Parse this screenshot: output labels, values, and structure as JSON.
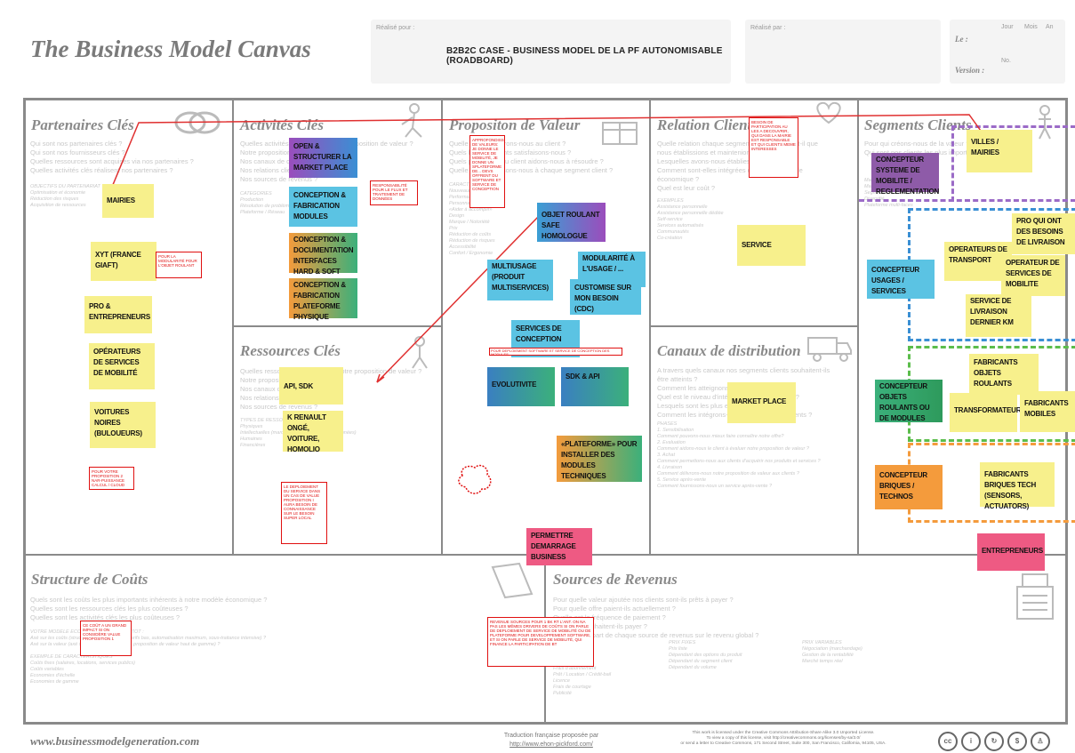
{
  "header": {
    "title": "The Business Model Canvas",
    "realise_pour_label": "Réalisé pour :",
    "realise_par_label": "Réalisé par :",
    "project_title": "B2B2C CASE - BUSINESS MODEL DE LA PF AUTONOMISABLE (ROADBOARD)",
    "le_label": "Le :",
    "version_label": "Version :",
    "jour": "Jour",
    "mois": "Mois",
    "an": "An",
    "no": "No."
  },
  "sections": {
    "partenaires": {
      "title": "Partenaires Clés",
      "faint": "Qui sont nos partenaires clés ?\nQui sont nos fournisseurs clés ?\nQuelles ressources sont acquises via nos partenaires ?\nQuelles activités clés réalisent nos partenaires ?",
      "faint_small": "OBJECTIFS DU PARTENARIAT\nOptimisation et économie\nRéduction des risques\nAcquisition de ressources"
    },
    "activites": {
      "title": "Activités Clés",
      "faint": "Quelles activités clés requiert notre proposition de valeur ?\nNotre proposition de valeur ?\nNos canaux de distribution ?\nNos relations clients ?\nNos sources de revenus ?",
      "faint_small": "CATEGORIES\nProduction\nRésolution de problèmes\nPlateforme / Réseau"
    },
    "proposition": {
      "title": "Propositon de Valeur",
      "faint": "Quelle valeur délivrons-nous au client ?\nQuels besoins clients satisfaisons-nous ?\nQuels problèmes du client aidons-nous à résoudre ?\nQuelle offre proposons-nous à chaque segment client ?",
      "faint_small": "CARACTERISTIQUES\nNouveauté\nPerformance\nPersonnalisation\n«Aider à accomplir»\nDesign\nMarque / Notoriété\nPrix\nRéduction de coûts\nRéduction de risques\nAccessibilité\nConfort / Ergonomie"
    },
    "relation": {
      "title": "Relation Client",
      "faint": "Quelle relation chaque segment client souhaite-t-il que\nnous établissions et maintenions avec lui ?\nLesquelles avons-nous établies ?\nComment sont-elles intégrées dans notre modèle\néconomique ?\nQuel est leur coût ?",
      "faint_small": "EXEMPLES\nAssistance personnelle\nAssistance personnelle dédiée\nSelf-service\nServices automatisés\nCommunautés\nCo-création"
    },
    "segments": {
      "title": "Segments Clients",
      "faint": "Pour qui créons-nous de la valeur ?\nQui sont nos clients les plus importants ?",
      "faint_small": "Marché de masse\nMarché de niche\nSegmenté\nDiversifié\nPlateforme multi-faces"
    },
    "ressources": {
      "title": "Ressources Clés",
      "faint": "Quelles ressources clés requiert notre proposition de valeur ?\nNotre proposition de valeur ?\nNos canaux de distribution ?\nNos relations clients ?\nNos sources de revenus ?",
      "faint_small": "TYPES DE RESSOURCES\nPhysiques\nIntellectuelles (marque, brevets, copyrights, données)\nHumaines\nFinancières"
    },
    "canaux": {
      "title": "Canaux de distribution",
      "faint": "A travers quels canaux nos segments clients souhaitent-ils\nêtre atteints ?\nComment les atteignons-nous actuellement ?\nQuel est le niveau d'intégration de nos canaux ?\nLesquels sont les plus efficaces ?\nComment les intégrons-nous aux habitudes clients ?",
      "faint_small": "PHASES\n1. Sensibilisation\n   Comment pouvons-nous mieux faire connaître notre offre?\n2. Evaluation\n   Comment aidons-nous le client à évaluer notre proposition de valeur ?\n3. Achat\n   Comment permettons-nous aux clients d'acquérir nos produits et services ?\n4. Livraison\n   Comment délivrons-nous notre proposition de valeur aux clients ?\n5. Service après-vente\n   Comment fournissons-nous un service après-vente ?"
    },
    "couts": {
      "title": "Structure de Coûts",
      "faint": "Quels sont les coûts les plus importants inhérents à notre modèle économique ?\nQuelles sont les ressources clés les plus coûteuses ?\nQuelles sont les activités clés les plus coûteuses ?",
      "faint_small": "VOTRE MODELE ECONOMIQUE EST-IL PLUTOT :\nAxé sur les coûts (structure de coûts allégée, tarifs bas, automatisation maximum, sous-traitance intensive) ?\nAxé sur la valeur (axé sur la création de valeur, proposition de valeur haut de gamme) ?\n\nEXEMPLE DE CARACTERISTIQUES\nCoûts fixes (salaires, locations, services publics)\nCoûts variables\nEconomies d'échelle\nEconomies de gamme"
    },
    "revenus": {
      "title": "Sources de Revenus",
      "faint": "Pour quelle valeur ajoutée nos clients sont-ils prêts à payer ?\nPour quelle offre paient-ils actuellement ?\nQuelle est la fréquence de paiement ?\nComment souhaitent-ils payer ?\nQuelle est la part de chaque source de revenus sur le revenu global ?",
      "faint_small": "Vente de biens\nDroits d'utilisation\nFrais d'abonnement\nPrêt / Location / Crédit-bail\nLicence\nFrais de courtage\nPublicité",
      "prix_fixes": "PRIX FIXES\nPrix liste\nDépendant des options du produit\nDépendant du segment client\nDépendant du volume",
      "prix_variables": "PRIX VARIABLES\nNégociation (marchandage)\nGestion de la rentabilité\nMarché temps réel"
    }
  },
  "notes": {
    "mairies": "MAIRIES",
    "xyt": "XYT (FRANCE GIAFT)",
    "pro": "PRO & ENTREPRENEURS",
    "operateurs_mob": "OPÉRATEURS DE SERVICES DE MOBILITÉ",
    "voitures": "VOITURES NOIRES (BULOUEURS)",
    "open_structurer": "OPEN & STRUCTURER LA MARKET PLACE",
    "conception_fab": "CONCEPTION & FABRICATION MODULES",
    "conception_doc": "CONCEPTION & DOCUMENTATION INTERFACES HARD & SOFT",
    "conception_plat": "CONCEPTION & FABRICATION PLATEFORME PHYSIQUE",
    "api": "API, SDK",
    "k_renault": "K RENAULT ONGÉ, VOITURE, HOMOLIO",
    "objet_roulant": "OBJET ROULANT SAFE HOMOLOGUE",
    "multiusage": "MULTIUSAGE (PRODUIT MULTISERVICES)",
    "modularite": "MODULARITÉ À L'USAGE / ...",
    "customise": "CUSTOMISE SUR MON BESOIN (CDC)",
    "services_conception": "SERVICES DE CONCEPTION",
    "evolutivite": "EVOLUTIVITE",
    "sdk_api": "SDK & API",
    "plateforme": "«PLATEFORME» POUR INSTALLER DES MODULES TECHNIQUES",
    "permettre": "PERMETTRE DEMARRAGE BUSINESS",
    "service": "SERVICE",
    "market_place": "MARKET PLACE",
    "villes": "VILLES / MAIRIES",
    "concepteur_sys": "CONCEPTEUR SYSTEME DE MOBILITE / REGLEMENTATION",
    "pro_besoins": "PRO QUI ONT DES BESOINS DE LIVRAISON",
    "operateurs_transport": "OPERATEURS DE TRANSPORT",
    "operateur_services": "OPERATEUR DE SERVICES DE MOBILITE",
    "concepteur_usages": "CONCEPTEUR USAGES / SERVICES",
    "service_livraison": "SERVICE DE LIVRAISON DERNIER KM",
    "fabricants_objets": "FABRICANTS OBJETS ROULANTS",
    "concepteur_objets": "CONCEPTEUR OBJETS ROULANTS OU DE MODULES",
    "transformateurs": "TRANSFORMATEURS",
    "fabricants_mobiles": "FABRICANTS MOBILES",
    "concepteur_briques": "CONCEPTEUR BRIQUES / TECHNOS",
    "fabricants_briques": "FABRICANTS BRIQUES TECH (SENSORS, ACTUATORS)",
    "entrepreneurs": "ENTREPRENEURS"
  },
  "red_notes": {
    "r_xyt": "POUR LA MODULARITÉ POUR L'OBJET ROULANT",
    "r_activites": "RESPONSABILITÉ POUR LE FLUX ET TRAITEMENT DE DONNÉES",
    "r_partenaires": "POUR VOTRE PROPOSITION 2 NAR-PUISSANCE CALCUL / CLOUD",
    "r_ressources": "LE DEPLOIEMENT DU SERVICE DANS UN CAS DE VALUE PROPOSITION I AURA BESOIN DE CONNAISSANCE SUR LE BESOIN SUPER LOCAL",
    "r_prop": "APPROFONDISSEMENT DE VALEURS: JE DONNE LE SERVICE DE MOBILITÉ, JE DONNE UN SPLATEFORME DE... DEVS OFFRENT DU SOFTWARE ET SERVICE DE CONCEPTION",
    "r_relation": "BESOIN DE PARTICIPATION AU LES A DECOUVRIR, QUI DANS LA MAIRIE EST RESPONSABLE ET QUI CLIENTS MEME INTERESSES",
    "r_conception": "POUR DEPLOIEMENT SOFTWARE ET SERVICE DE CONCEPTION DES MODULES",
    "r_couts": "CE COÛT A UN GRAND IMPACT SI ON CONSIDÈRE VALUE PROPOSITION 1",
    "r_revenus": "REVENUE SOURCES POUR 1 BK RT L'ANT. ON NA PAS LES MÊMES DRIVERS DE COÛTS SI ON PARLE DE DEPLOIEMENT DE SERVICE DE MOBILITÉ OU DE PLATEFORME POUR DEVELOPPEMENT SOFTWARE, ET SI ON PARLE DE SERVICE DE MOBILITÉ, QUI FINANCE LA PARTICIPATION DE BT"
  },
  "footer": {
    "website": "www.businessmodelgeneration.com",
    "traduction": "Traduction française proposée par",
    "traduction_link": "http://www.ehon-pickford.com/",
    "license": "This work is licensed under the Creative Commons Attribution-Share Alike 3.0 Unported License.\nTo view a copy of this license, visit http://creativecommons.org/licenses/by-sa/3.0/\nor send a letter to Creative Commons, 171 Second Street, Suite 300, San Francisco, California, 94105, USA."
  },
  "colors": {
    "yellow": "#f7f08c",
    "blue": "#5bc3e3",
    "orange": "#f49b3c",
    "purple": "#8e5ba8",
    "pink": "#ee5a83",
    "red": "#e01010",
    "frame": "#8a8a8a"
  }
}
